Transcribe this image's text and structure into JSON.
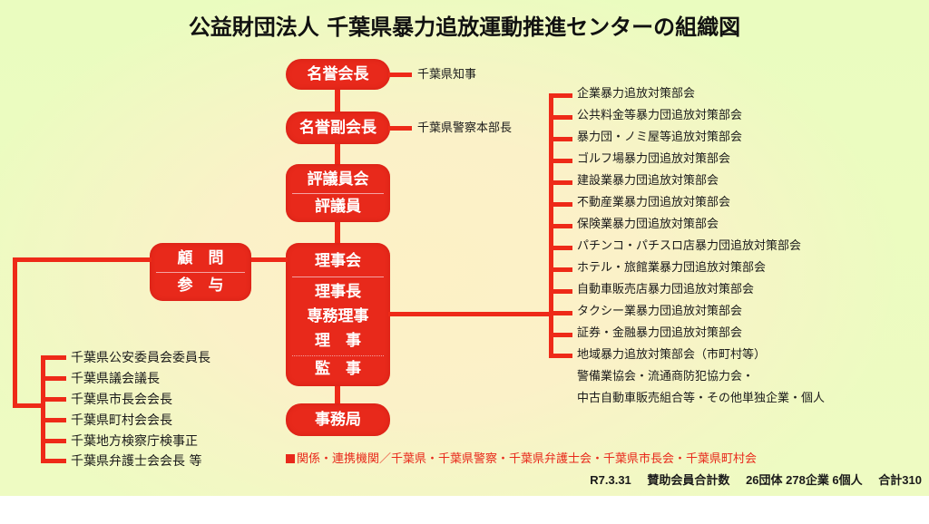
{
  "title": "公益財団法人 千葉県暴力追放運動推進センターの組織図",
  "colors": {
    "accent_red": "#e8291b",
    "line_red": "#ee2a18",
    "background_green": "#eafcbf",
    "background_cream": "#fdf1c6",
    "text": "#1a1a1a"
  },
  "center_column": {
    "honorary_chair": {
      "label": "名誉会長",
      "holder": "千葉県知事"
    },
    "honorary_vice_chair": {
      "label": "名誉副会長",
      "holder": "千葉県警察本部長"
    },
    "council": {
      "body": "評議員会",
      "members": "評議員"
    },
    "board": {
      "body": "理事会",
      "roles": [
        "理事長",
        "専務理事",
        "理　事"
      ],
      "auditor": "監　事"
    },
    "secretariat": "事務局"
  },
  "advisors": {
    "box": {
      "line1": "顧　問",
      "line2": "参　与"
    },
    "members": [
      "千葉県公安委員会委員長",
      "千葉県議会議長",
      "千葉県市長会会長",
      "千葉県町村会会長",
      "千葉地方検察庁検事正",
      "千葉県弁護士会会長 等"
    ]
  },
  "departments": [
    "企業暴力追放対策部会",
    "公共料金等暴力団追放対策部会",
    "暴力団・ノミ屋等追放対策部会",
    "ゴルフ場暴力団追放対策部会",
    "建設業暴力団追放対策部会",
    "不動産業暴力団追放対策部会",
    "保険業暴力団追放対策部会",
    "パチンコ・パチスロ店暴力団追放対策部会",
    "ホテル・旅館業暴力団追放対策部会",
    "自動車販売店暴力団追放対策部会",
    "タクシー業暴力団追放対策部会",
    "証券・金融暴力団追放対策部会",
    "地域暴力追放対策部会（市町村等）"
  ],
  "other_members": [
    "警備業協会・流通商防犯協力会・",
    "中古自動車販売組合等・その他単独企業・個人"
  ],
  "related_agencies": "関係・連携機関／千葉県・千葉県警察・千葉県弁護士会・千葉県市長会・千葉県町村会",
  "stats": {
    "date": "R7.3.31",
    "label": "賛助会員合計数",
    "breakdown": "26団体 278企業 6個人",
    "total": "合計310"
  }
}
